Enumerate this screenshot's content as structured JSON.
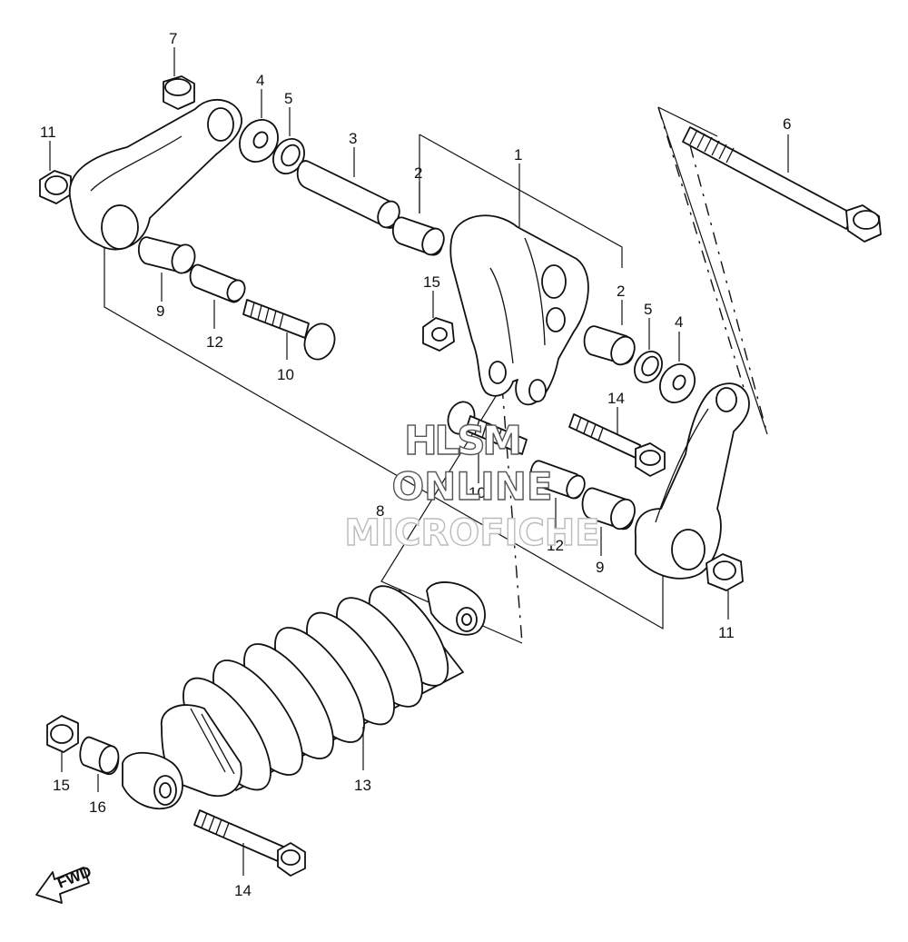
{
  "diagram": {
    "callouts": {
      "c1": "1",
      "c2a": "2",
      "c2b": "2",
      "c3": "3",
      "c4a": "4",
      "c4b": "4",
      "c5a": "5",
      "c5b": "5",
      "c6": "6",
      "c7": "7",
      "c8": "8",
      "c9a": "9",
      "c9b": "9",
      "c10a": "10",
      "c10b": "10",
      "c11a": "11",
      "c11b": "11",
      "c12a": "12",
      "c12b": "12",
      "c13": "13",
      "c14a": "14",
      "c14b": "14",
      "c15a": "15",
      "c15b": "15",
      "c16": "16"
    },
    "direction_label": "FWD"
  },
  "watermark": {
    "line1": "HLSM",
    "line2": "ONLINE",
    "line3": "MICROFICHE"
  }
}
